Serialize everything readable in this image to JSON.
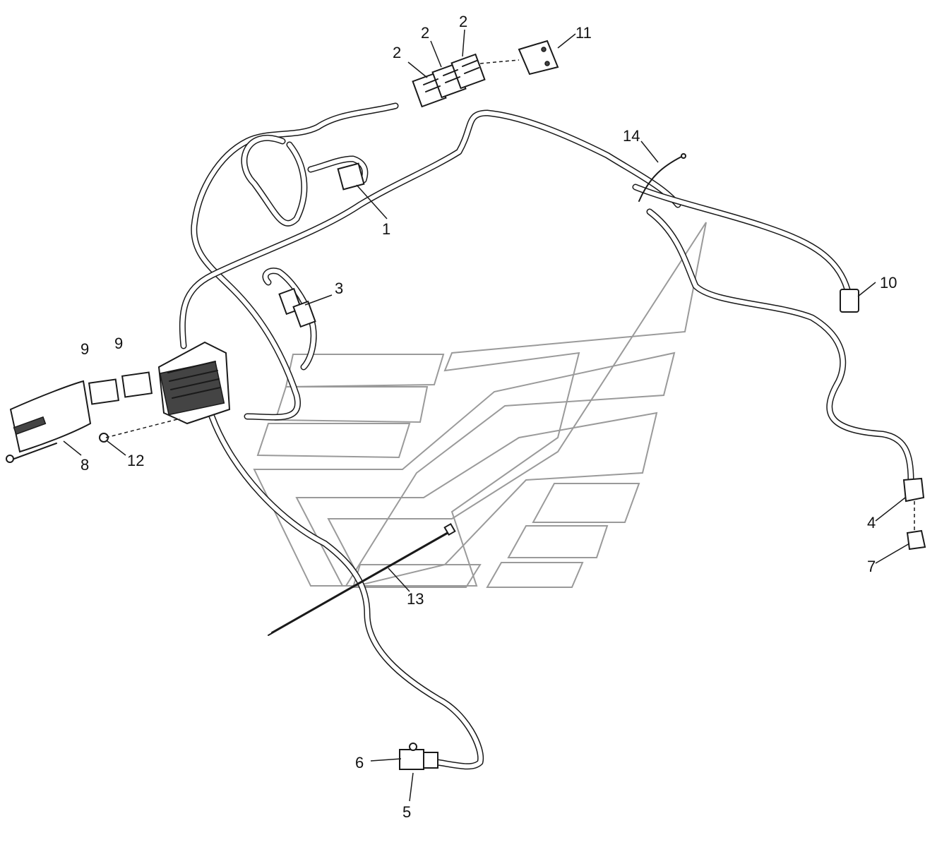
{
  "callouts": [
    {
      "id": "c1",
      "label": "1"
    },
    {
      "id": "c2a",
      "label": "2"
    },
    {
      "id": "c2b",
      "label": "2"
    },
    {
      "id": "c2c",
      "label": "2"
    },
    {
      "id": "c3",
      "label": "3"
    },
    {
      "id": "c4",
      "label": "4"
    },
    {
      "id": "c5",
      "label": "5"
    },
    {
      "id": "c6",
      "label": "6"
    },
    {
      "id": "c7",
      "label": "7"
    },
    {
      "id": "c8",
      "label": "8"
    },
    {
      "id": "c9a",
      "label": "9"
    },
    {
      "id": "c9b",
      "label": "9"
    },
    {
      "id": "c10",
      "label": "10"
    },
    {
      "id": "c11",
      "label": "11"
    },
    {
      "id": "c12",
      "label": "12"
    },
    {
      "id": "c13",
      "label": "13"
    },
    {
      "id": "c14",
      "label": "14"
    }
  ],
  "colors": {
    "line": "#1a1a1a",
    "logo_watermark": "#9a9a9a",
    "background": "#ffffff"
  }
}
